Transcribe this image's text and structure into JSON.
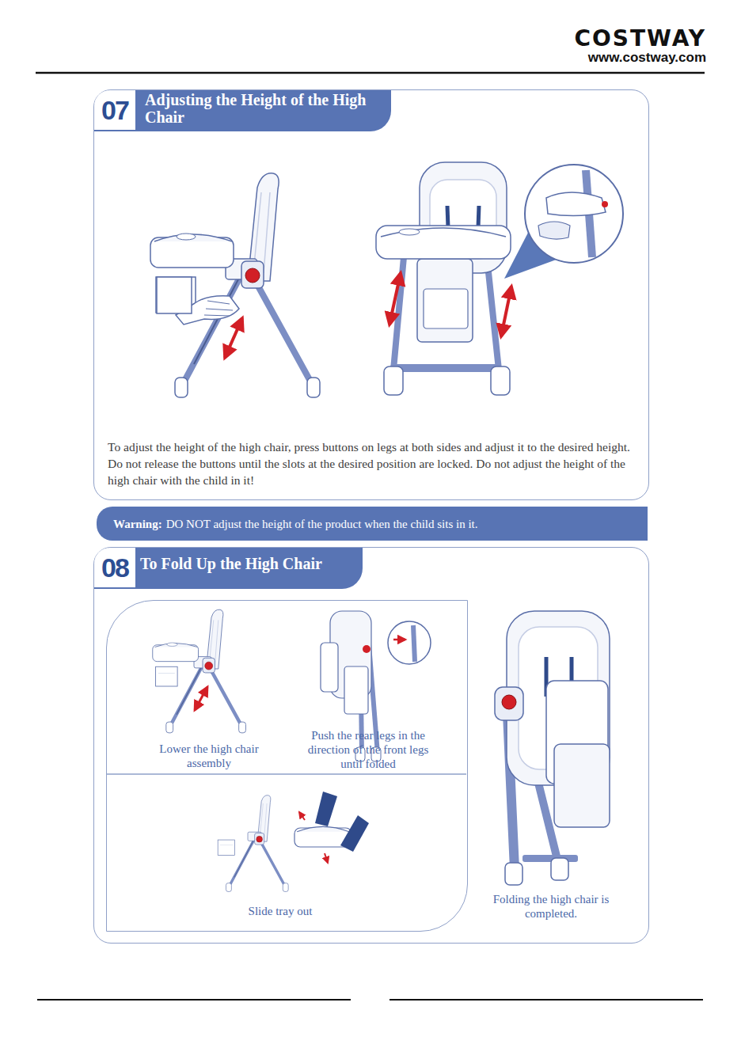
{
  "diagram": {
    "nodes": [
      {
        "text": [
          "To adjust the height of the high chair, press buttons on legs at both sides and adjust it to the desired height. Do not release the buttons until the slots at the desired position are locked. Do not adjust the height of the high chair with the child in it!"
        ]
      },
      {
        "text": [
          "07",
          "Adjusting the Height of the High Chair"
        ],
        "in": 0
      },
      {
        "text": [
          "Warning:",
          "DO NOT adjust the height of the product when the child sits in it."
        ]
      },
      {
        "text": [
          "Folding the high chair is completed."
        ]
      },
      {
        "text": [
          "08",
          "To Fold Up the High Chair"
        ],
        "in": 3
      },
      {
        "text": [
          "Lower the high chair assembly",
          "Push the rear legs in the direction of the front legs until folded",
          "Slide tray out"
        ],
        "in": 3
      }
    ],
    "labels": [
      "COSTWAY",
      "www.costway.com"
    ]
  }
}
